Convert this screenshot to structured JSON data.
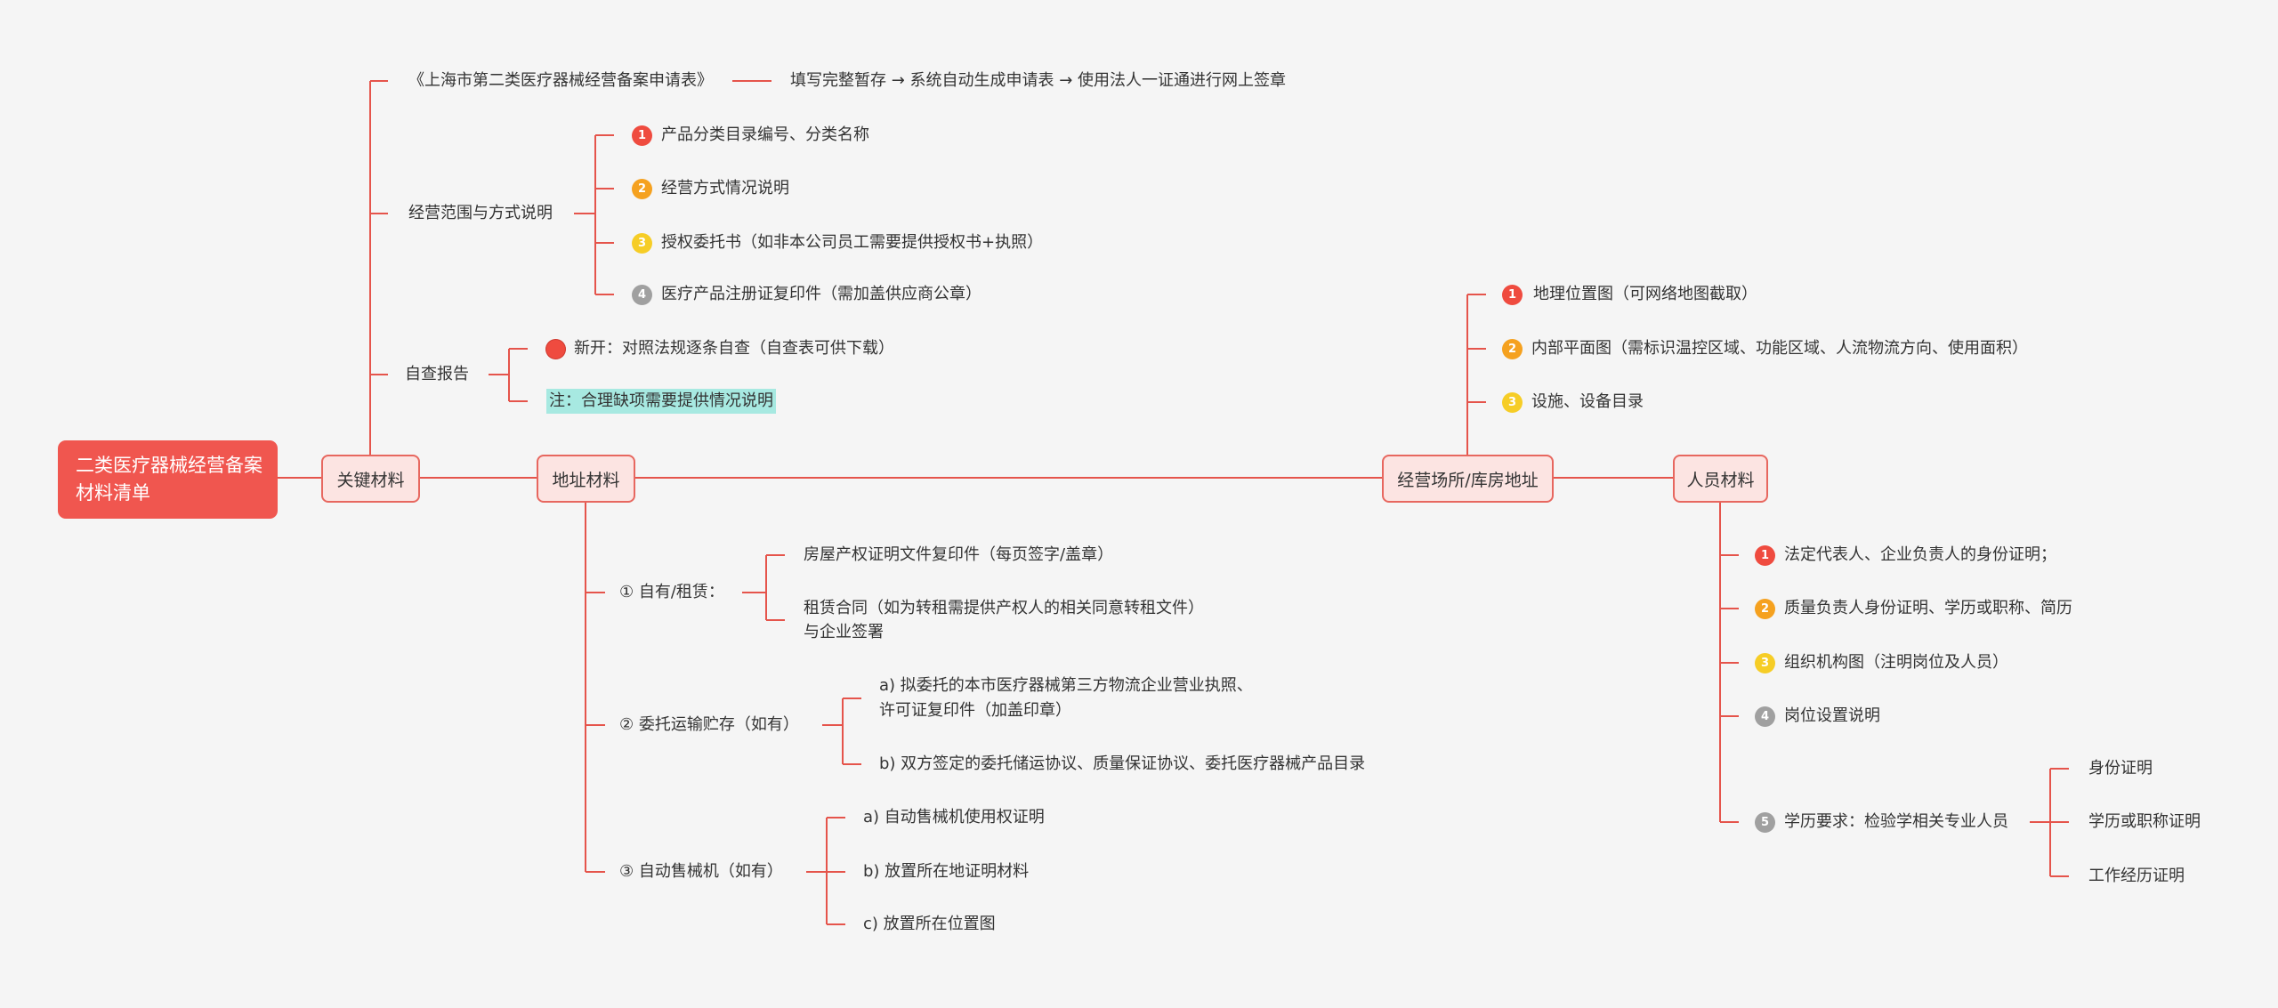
{
  "colors": {
    "background": "#f5f5f5",
    "line": "#e5544b",
    "root_fill": "#f0564f",
    "node_fill": "#fce4e2",
    "node_border": "#e7675f",
    "highlight": "#a7e9e1"
  },
  "root": {
    "label": "二类医疗器械经营备案材料清单"
  },
  "key_materials": {
    "label": "关键材料",
    "application_form": {
      "label": "《上海市第二类医疗器械经营备案申请表》",
      "note": "填写完整暂存 → 系统自动生成申请表 → 使用法人一证通进行网上签章"
    },
    "scope": {
      "label": "经营范围与方式说明",
      "items": [
        {
          "num": "1",
          "badge_color": "#ef4b3f",
          "text": "产品分类目录编号、分类名称"
        },
        {
          "num": "2",
          "badge_color": "#f5a11f",
          "text": "经营方式情况说明"
        },
        {
          "num": "3",
          "badge_color": "#f6cd26",
          "text": "授权委托书（如非本公司员工需要提供授权书+执照）"
        },
        {
          "num": "4",
          "badge_color": "#a0a0a0",
          "text": "医疗产品注册证复印件（需加盖供应商公章）"
        }
      ]
    },
    "self_check": {
      "label": "自查报告",
      "items": [
        {
          "badge_color": "#ef4b3f",
          "text": "新开：对照法规逐条自查（自查表可供下载）"
        },
        {
          "text": "注：合理缺项需要提供情况说明"
        }
      ]
    }
  },
  "address_materials": {
    "label": "地址材料",
    "groups": [
      {
        "label": "① 自有/租赁：",
        "items": [
          "房屋产权证明文件复印件（每页签字/盖章）",
          "租赁合同（如为转租需提供产权人的相关同意转租文件）\n与企业签署"
        ]
      },
      {
        "label": "② 委托运输贮存（如有）",
        "items": [
          "a) 拟委托的本市医疗器械第三方物流企业营业执照、\n许可证复印件（加盖印章）",
          "b) 双方签定的委托储运协议、质量保证协议、委托医疗器械产品目录"
        ]
      },
      {
        "label": "③ 自动售械机（如有）",
        "items": [
          "a) 自动售械机使用权证明",
          "b) 放置所在地证明材料",
          "c) 放置所在位置图"
        ]
      }
    ]
  },
  "business_site": {
    "label": "经营场所/库房地址",
    "items": [
      {
        "num": "1",
        "badge_color": "#ef4b3f",
        "text": "地理位置图（可网络地图截取）"
      },
      {
        "num": "2",
        "badge_color": "#f5a11f",
        "text": "内部平面图（需标识温控区域、功能区域、人流物流方向、使用面积）"
      },
      {
        "num": "3",
        "badge_color": "#f6cd26",
        "text": "设施、设备目录"
      }
    ]
  },
  "personnel": {
    "label": "人员材料",
    "items": [
      {
        "num": "1",
        "badge_color": "#ef4b3f",
        "text": "法定代表人、企业负责人的身份证明；"
      },
      {
        "num": "2",
        "badge_color": "#f5a11f",
        "text": "质量负责人身份证明、学历或职称、简历"
      },
      {
        "num": "3",
        "badge_color": "#f6cd26",
        "text": "组织机构图（注明岗位及人员）"
      },
      {
        "num": "4",
        "badge_color": "#a0a0a0",
        "text": "岗位设置说明"
      },
      {
        "num": "5",
        "badge_color": "#a0a0a0",
        "text": "学历要求：检验学相关专业人员",
        "children": [
          "身份证明",
          "学历或职称证明",
          "工作经历证明"
        ]
      }
    ]
  }
}
